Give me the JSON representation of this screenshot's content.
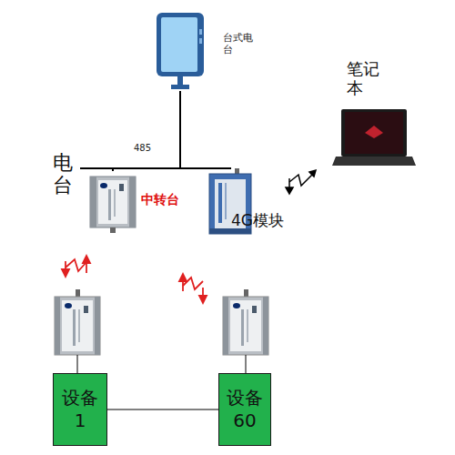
{
  "diagram": {
    "nodes": [
      {
        "text": [
          "台式电台"
        ]
      },
      {
        "text": [
          "电台",
          "中转台"
        ]
      },
      {
        "text": [
          "4G模块"
        ]
      },
      {
        "text": [
          "笔记本"
        ]
      },
      {
        "text": [
          "设备1"
        ]
      },
      {
        "text": [
          "设备60"
        ]
      }
    ],
    "edges": [
      {
        "from": 0,
        "to": 1,
        "arrow": "none",
        "label": "485"
      },
      {
        "from": 0,
        "to": 2,
        "arrow": "none"
      },
      {
        "from": 4,
        "to": 5,
        "arrow": "none"
      }
    ]
  }
}
